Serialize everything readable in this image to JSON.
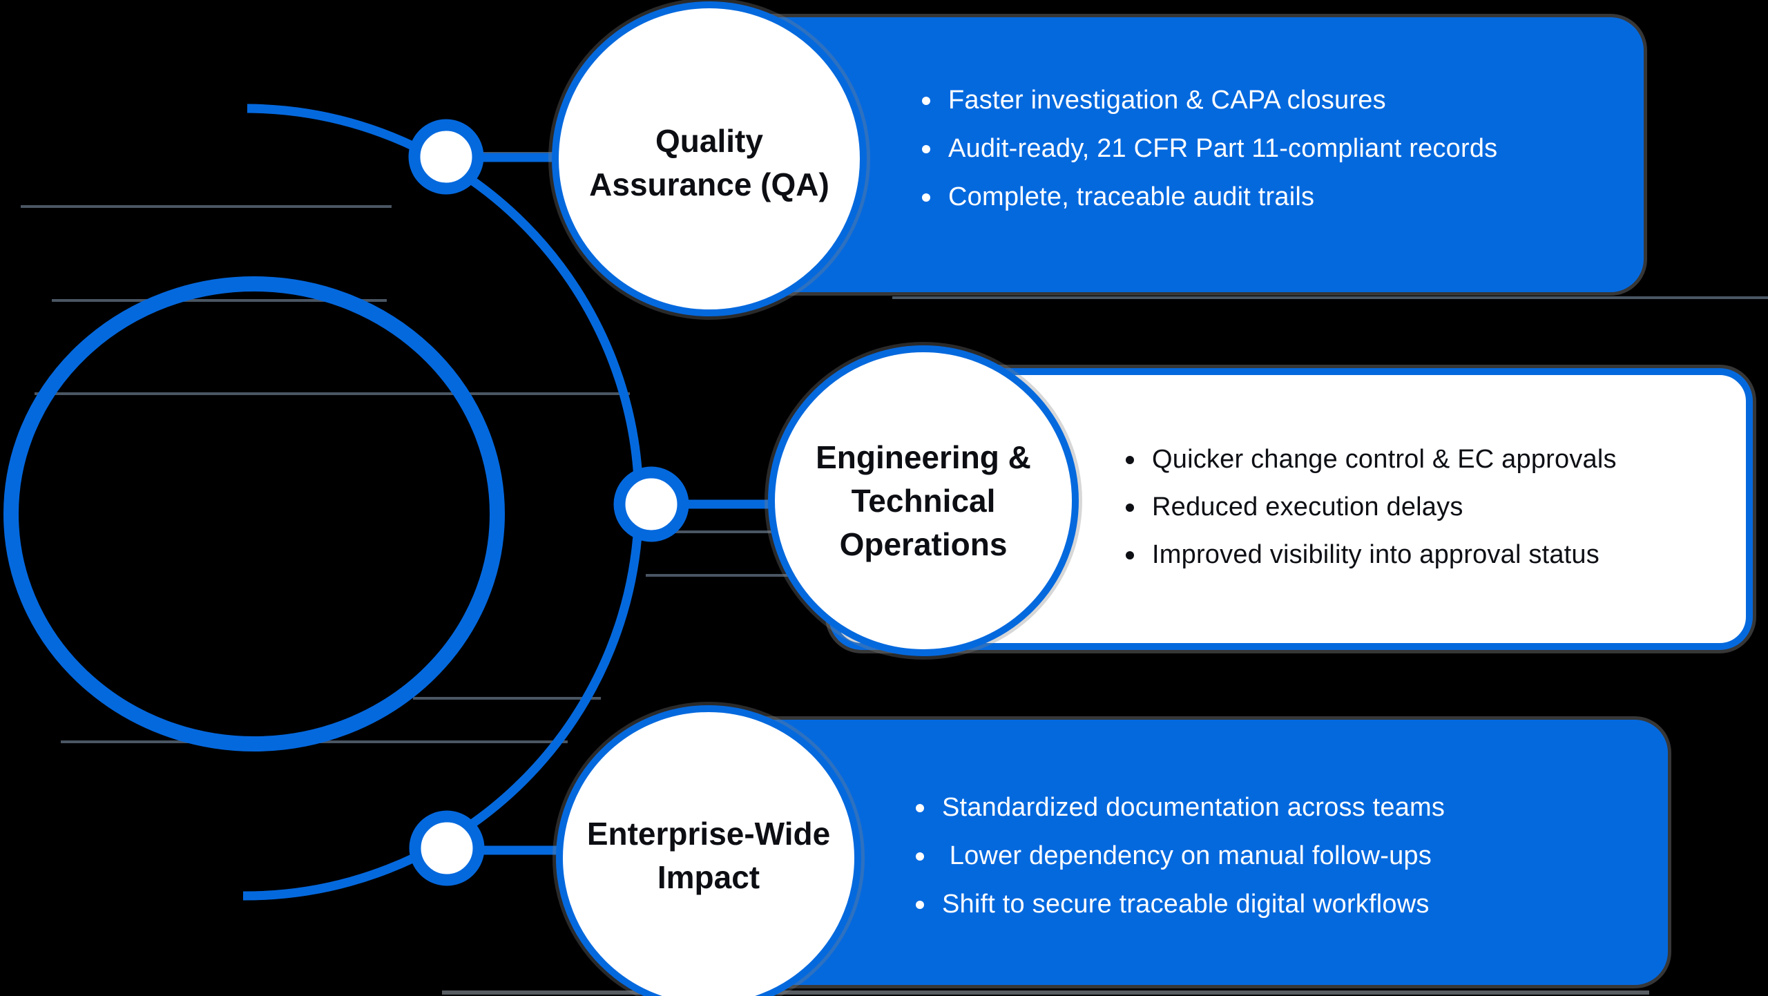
{
  "theme": {
    "background": "#000000",
    "accent": "#0569DE",
    "line_color": "#4A5663",
    "line_color_strong": "#575C62",
    "panel_text_light": "#FFFFFF",
    "panel_text_dark": "#0D0F14",
    "node_fill": "#FFFFFF",
    "title_color": "#0C0E13"
  },
  "sections": [
    {
      "id": "quality-assurance",
      "circle_label_lines": [
        "Quality",
        "Assurance (QA)"
      ],
      "panel_style": "blue",
      "bullets": [
        "Faster investigation & CAPA closures",
        "Audit-ready, 21 CFR Part 11-compliant records",
        "Complete, traceable audit trails"
      ]
    },
    {
      "id": "engineering-technical-operations",
      "circle_label_lines": [
        "Engineering &",
        "Technical",
        "Operations"
      ],
      "panel_style": "white",
      "bullets": [
        "Quicker change control & EC approvals",
        "Reduced execution delays",
        "Improved visibility into approval status"
      ]
    },
    {
      "id": "enterprise-wide-impact",
      "circle_label_lines": [
        "Enterprise-Wide",
        "Impact"
      ],
      "panel_style": "blue",
      "bullets": [
        "Standardized documentation across teams",
        " Lower dependency on manual follow-ups",
        "Shift to secure traceable digital workflows"
      ]
    }
  ]
}
